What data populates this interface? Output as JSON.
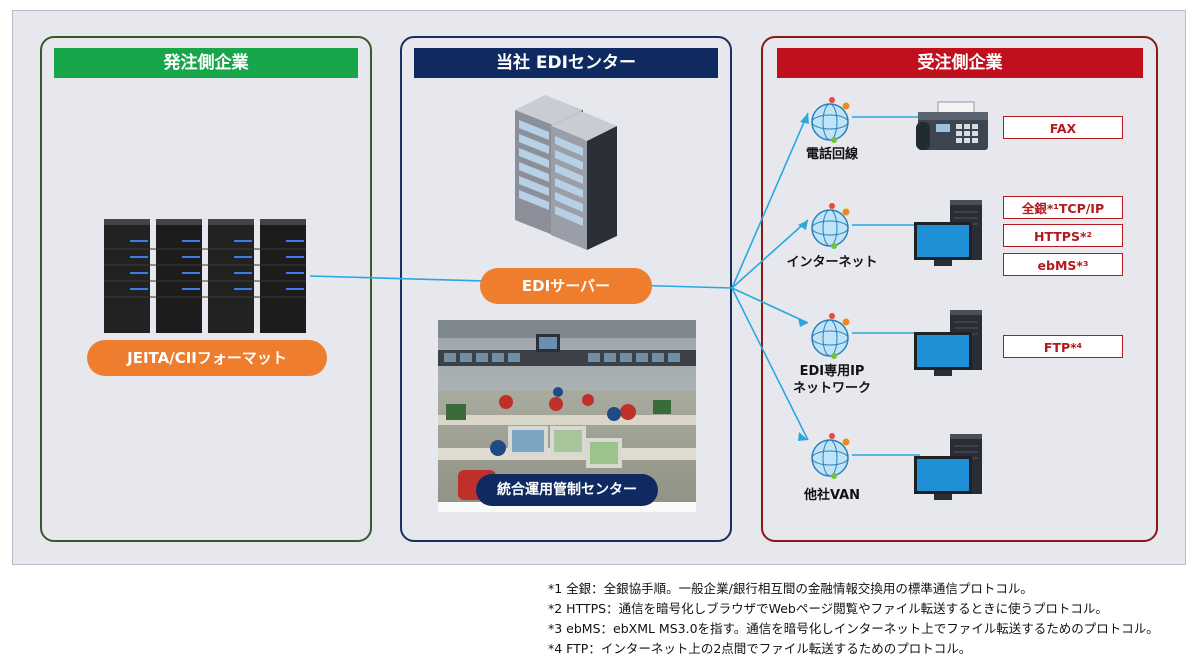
{
  "panels": {
    "left": {
      "title": "発注側企業",
      "format_label": "JEITA/CIIフォーマット"
    },
    "middle": {
      "title": "当社 EDIセンター",
      "server_label": "EDIサーバー",
      "center_label": "統合運用管制センター"
    },
    "right": {
      "title": "受注側企業"
    }
  },
  "networks": [
    {
      "label": "電話回線"
    },
    {
      "label": "インターネット"
    },
    {
      "label_line1": "EDI専用IP",
      "label_line2": "ネットワーク"
    },
    {
      "label": "他社VAN"
    }
  ],
  "protocols": {
    "fax": "FAX",
    "zengin": "全銀*¹TCP/IP",
    "https": "HTTPS*²",
    "ebms": "ebMS*³",
    "ftp": "FTP*⁴"
  },
  "footnotes": [
    "*1 全銀：全銀協手順。一般企業/銀行相互間の金融情報交換用の標準通信プロトコル。",
    "*2 HTTPS：通信を暗号化しブラウザでWebページ閲覧やファイル転送するときに使うプロトコル。",
    "*3 ebMS：ebXML MS3.0を指す。通信を暗号化しインターネット上でファイル転送するためのプロトコル。",
    "*4 FTP：インターネット上の2点間でファイル転送するためのプロトコル。"
  ],
  "colors": {
    "left_accent": "#18a64a",
    "middle_accent": "#0e2a60",
    "right_accent": "#c0101e",
    "pill": "#ee7d2e",
    "line": "#29a8e0"
  }
}
